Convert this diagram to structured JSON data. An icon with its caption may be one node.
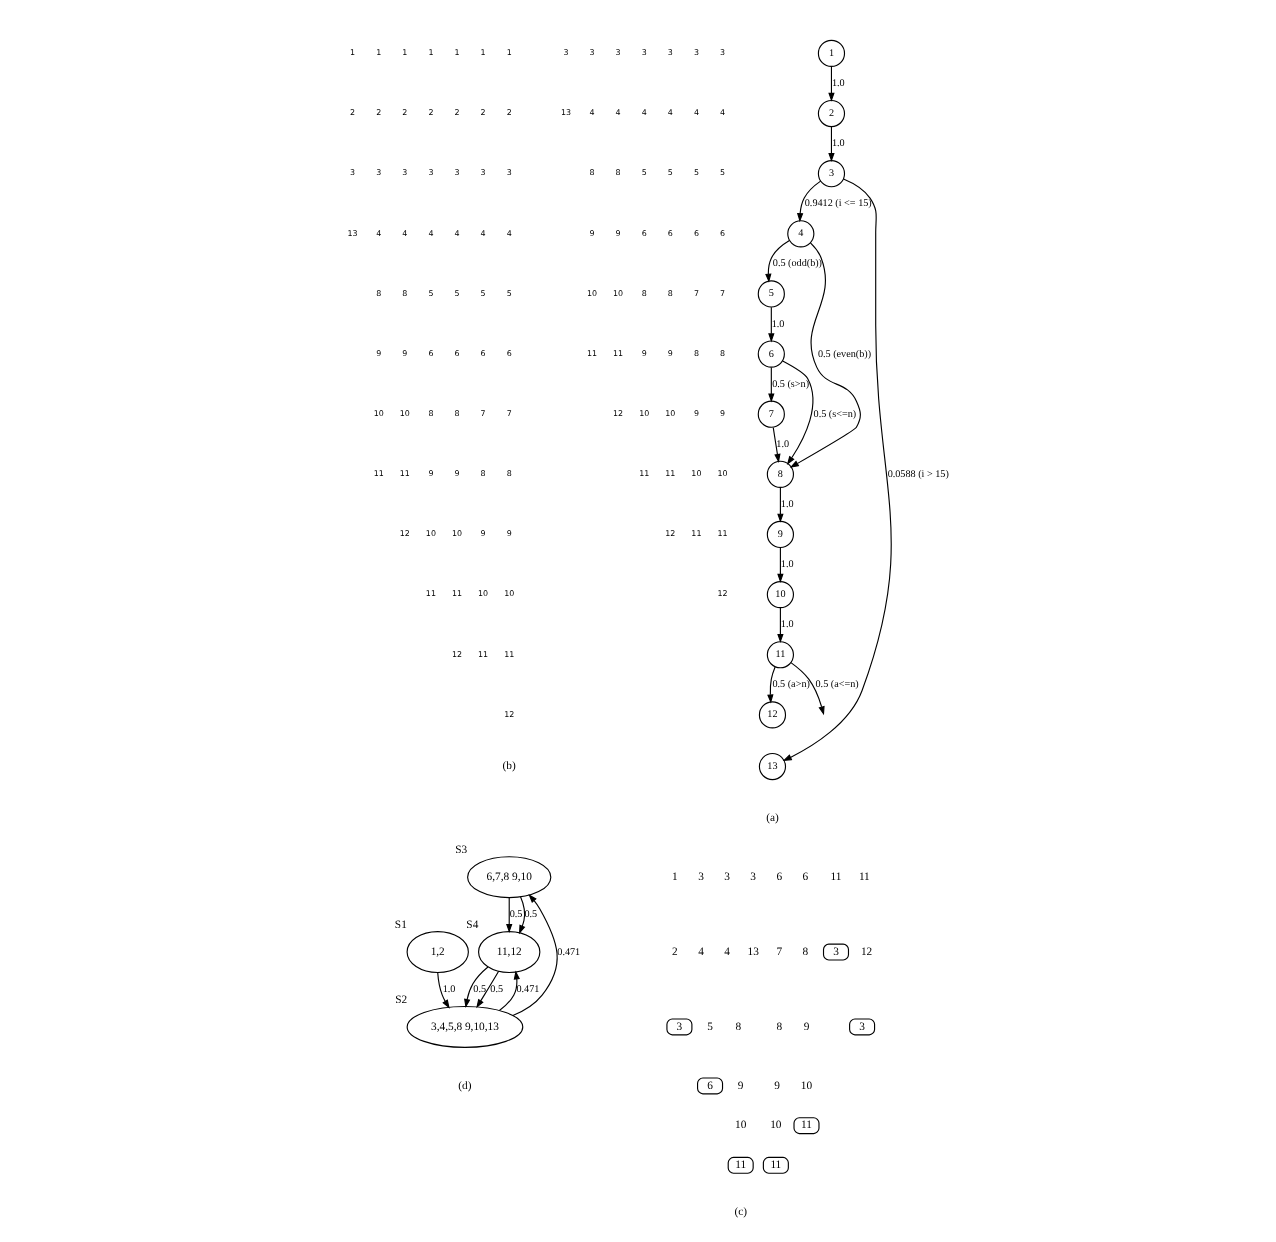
{
  "diagram": {
    "nodes": [
      {
        "text": [
          "1"
        ]
      },
      {
        "text": [
          "2"
        ]
      },
      {
        "text": [
          "3"
        ]
      },
      {
        "text": [
          "4"
        ]
      },
      {
        "text": [
          "5"
        ]
      },
      {
        "text": [
          "6"
        ]
      },
      {
        "text": [
          "7"
        ]
      },
      {
        "text": [
          "8"
        ]
      },
      {
        "text": [
          "9"
        ]
      },
      {
        "text": [
          "10"
        ]
      },
      {
        "text": [
          "11"
        ]
      },
      {
        "text": [
          "12"
        ]
      },
      {
        "text": [
          "13"
        ]
      },
      {
        "text": [
          "3"
        ]
      },
      {
        "text": [
          "3"
        ]
      },
      {
        "text": [
          "3"
        ]
      },
      {
        "text": [
          "6"
        ]
      },
      {
        "text": [
          "11"
        ]
      },
      {
        "text": [
          "11"
        ]
      },
      {
        "text": [
          "11"
        ]
      },
      {
        "text": [
          "6,7,8 9,10"
        ],
        "beside": [
          "S3"
        ]
      },
      {
        "text": [
          "1,2"
        ],
        "beside": [
          "S1"
        ]
      },
      {
        "text": [
          "11,12"
        ],
        "beside": [
          "S4"
        ]
      },
      {
        "text": [
          "3,4,5,8 9,10,13"
        ],
        "beside": [
          "S2"
        ]
      }
    ],
    "edges": [
      {
        "from": 0,
        "to": 1,
        "arrow": "to",
        "label": "1.0"
      },
      {
        "from": 1,
        "to": 2,
        "arrow": "to",
        "label": "1.0"
      },
      {
        "from": 2,
        "to": 3,
        "arrow": "to",
        "label": "0.9412 (i <= 15)"
      },
      {
        "from": 2,
        "to": 12,
        "arrow": "to",
        "label": "0.0588 (i > 15)"
      },
      {
        "from": 3,
        "to": 4,
        "arrow": "to",
        "label": "0.5 (odd(b))"
      },
      {
        "from": 3,
        "to": 7,
        "arrow": "to",
        "label": "0.5 (even(b))"
      },
      {
        "from": 4,
        "to": 5,
        "arrow": "to",
        "label": "1.0"
      },
      {
        "from": 5,
        "to": 6,
        "arrow": "to",
        "label": "0.5 (s>n)"
      },
      {
        "from": 5,
        "to": 7,
        "arrow": "to",
        "label": "0.5 (s<=n)"
      },
      {
        "from": 6,
        "to": 7,
        "arrow": "to",
        "label": "1.0"
      },
      {
        "from": 7,
        "to": 8,
        "arrow": "to",
        "label": "1.0"
      },
      {
        "from": 8,
        "to": 9,
        "arrow": "to",
        "label": "1.0"
      },
      {
        "from": 9,
        "to": 10,
        "arrow": "to",
        "label": "1.0"
      },
      {
        "from": 10,
        "to": 11,
        "arrow": "to",
        "label": "0.5 (a>n)"
      },
      {
        "from": 10,
        "to": null,
        "arrow": "to",
        "label": "0.5 (a<=n)"
      },
      {
        "from": 21,
        "to": 23,
        "arrow": "to",
        "label": "1.0"
      },
      {
        "from": 23,
        "to": 20,
        "arrow": "to",
        "label": "0.471"
      },
      {
        "from": 20,
        "to": 22,
        "arrow": "to",
        "label": "0.5"
      },
      {
        "from": 20,
        "to": 22,
        "arrow": "to",
        "label": "0.5"
      },
      {
        "from": 22,
        "to": 23,
        "arrow": "to",
        "label": "0.5"
      },
      {
        "from": 23,
        "to": 22,
        "arrow": "to",
        "label": "0.471"
      },
      {
        "from": 22,
        "to": 23,
        "arrow": "to",
        "label": "0.5"
      }
    ],
    "labels": [
      "1",
      "1",
      "1",
      "1",
      "1",
      "1",
      "1",
      "3",
      "3",
      "3",
      "3",
      "3",
      "3",
      "3",
      "2",
      "2",
      "2",
      "2",
      "2",
      "2",
      "2",
      "13",
      "4",
      "4",
      "4",
      "4",
      "4",
      "4",
      "3",
      "3",
      "3",
      "3",
      "3",
      "3",
      "3",
      "8",
      "8",
      "5",
      "5",
      "5",
      "5",
      "13",
      "4",
      "4",
      "4",
      "4",
      "4",
      "4",
      "9",
      "9",
      "6",
      "6",
      "6",
      "6",
      "8",
      "8",
      "5",
      "5",
      "5",
      "5",
      "10",
      "10",
      "8",
      "8",
      "7",
      "7",
      "9",
      "9",
      "6",
      "6",
      "6",
      "6",
      "11",
      "11",
      "9",
      "9",
      "8",
      "8",
      "10",
      "10",
      "8",
      "8",
      "7",
      "7",
      "12",
      "10",
      "10",
      "9",
      "9",
      "11",
      "11",
      "9",
      "9",
      "8",
      "8",
      "11",
      "11",
      "10",
      "10",
      "12",
      "10",
      "10",
      "9",
      "9",
      "12",
      "11",
      "11",
      "11",
      "11",
      "10",
      "10",
      "12",
      "12",
      "11",
      "11",
      "12",
      "(a)",
      "(b)",
      "1",
      "3",
      "3",
      "3",
      "6",
      "6",
      "11",
      "11",
      "2",
      "4",
      "4",
      "13",
      "7",
      "8",
      "12",
      "5",
      "8",
      "8",
      "9",
      "9",
      "9",
      "10",
      "10",
      "10",
      "(c)",
      "(d)"
    ]
  }
}
